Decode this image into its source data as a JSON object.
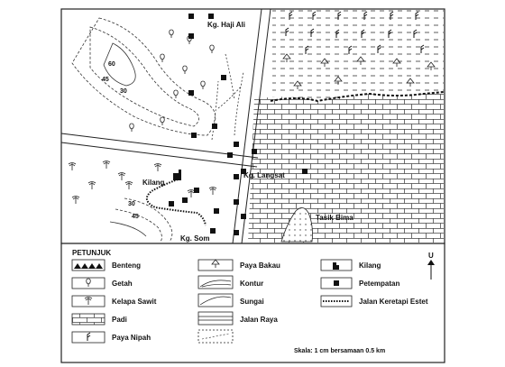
{
  "places": {
    "kg_haji_ali": "Kg. Haji Ali",
    "kg_langsat": "Kg. Langsat",
    "kilang": "Kilang",
    "kg_som": "Kg. Som",
    "tasik_bima": "Tasik Bima"
  },
  "contours": {
    "c60": "60",
    "c45_top": "45",
    "c30_top": "30",
    "c30_bottom": "30",
    "c45_bottom": "45"
  },
  "legend": {
    "title": "PETUNJUK",
    "items": [
      {
        "label": "Benteng",
        "symbol": "fort-icon"
      },
      {
        "label": "Getah",
        "symbol": "rubber-tree-icon"
      },
      {
        "label": "Kelapa Sawit",
        "symbol": "oil-palm-icon"
      },
      {
        "label": "Padi",
        "symbol": "paddy-icon"
      },
      {
        "label": "Paya Nipah",
        "symbol": "nipah-swamp-icon"
      },
      {
        "label": "Paya Bakau",
        "symbol": "mangrove-swamp-icon"
      },
      {
        "label": "Kontur",
        "symbol": "contour-icon"
      },
      {
        "label": "Sungai",
        "symbol": "river-icon"
      },
      {
        "label": "Jalan Raya",
        "symbol": "road-icon"
      },
      {
        "label": "",
        "symbol": "estate-dashed-icon"
      },
      {
        "label": "Kilang",
        "symbol": "factory-icon"
      },
      {
        "label": "Petempatan",
        "symbol": "settlement-icon"
      },
      {
        "label": "Jalan Keretapi Estet",
        "symbol": "railway-icon"
      }
    ],
    "north": "U",
    "scale": "Skala: 1 cm bersamaan 0.5 km"
  }
}
